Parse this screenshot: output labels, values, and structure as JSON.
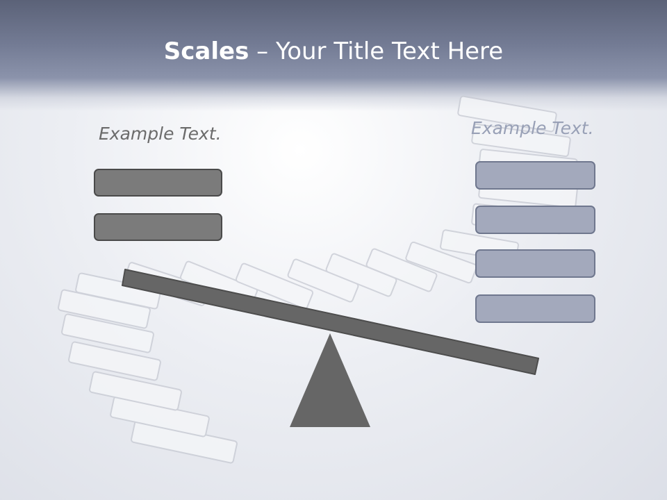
{
  "slide": {
    "title_bold": "Scales",
    "title_rest": " – Your Title Text Here",
    "left_label": "Example Text.",
    "right_label": "Example Text."
  },
  "colors": {
    "header": "#737b94",
    "dark_box": "#7b7b7b",
    "blue_box": "#a3a9bc",
    "beam": "#666666"
  },
  "icons": {
    "fulcrum": "triangle-icon",
    "beam": "seesaw-beam"
  }
}
